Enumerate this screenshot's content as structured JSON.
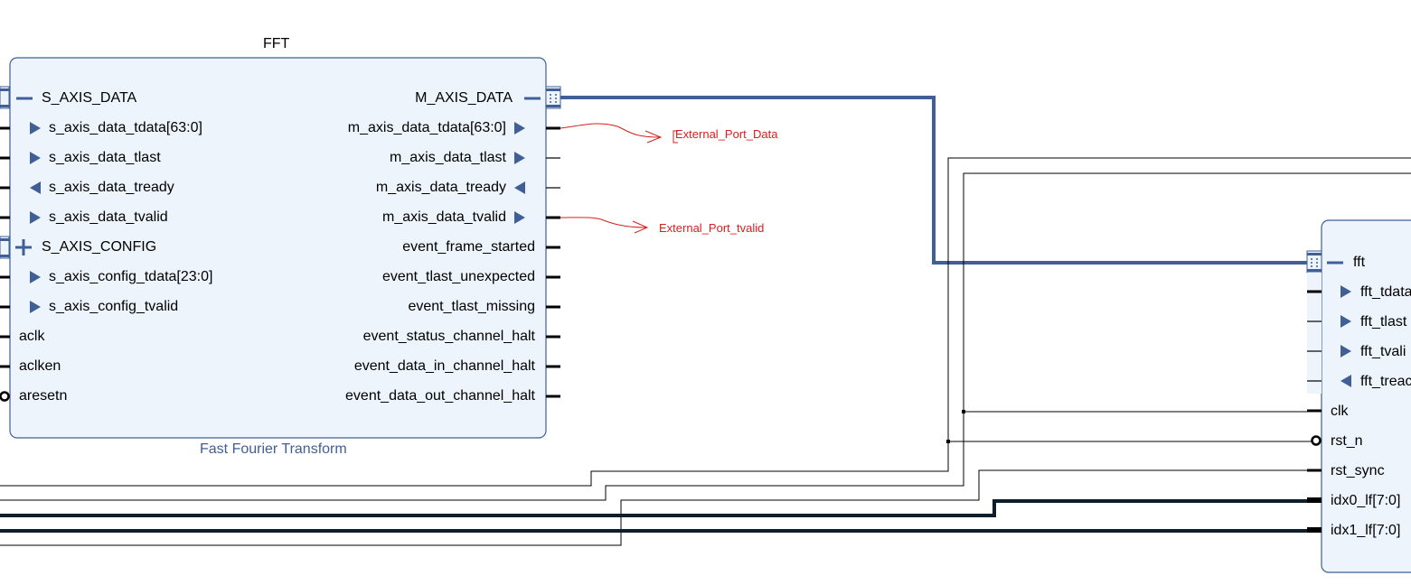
{
  "fft_block": {
    "title": "FFT",
    "subtitle": "Fast Fourier Transform",
    "left_ports": {
      "s_axis_data": "S_AXIS_DATA",
      "s_axis_data_tdata": "s_axis_data_tdata[63:0]",
      "s_axis_data_tlast": "s_axis_data_tlast",
      "s_axis_data_tready": "s_axis_data_tready",
      "s_axis_data_tvalid": "s_axis_data_tvalid",
      "s_axis_config": "S_AXIS_CONFIG",
      "s_axis_config_tdata": "s_axis_config_tdata[23:0]",
      "s_axis_config_tvalid": "s_axis_config_tvalid",
      "aclk": "aclk",
      "aclken": "aclken",
      "aresetn": "aresetn"
    },
    "right_ports": {
      "m_axis_data": "M_AXIS_DATA",
      "m_axis_data_tdata": "m_axis_data_tdata[63:0]",
      "m_axis_data_tlast": "m_axis_data_tlast",
      "m_axis_data_tready": "m_axis_data_tready",
      "m_axis_data_tvalid": "m_axis_data_tvalid",
      "event_frame_started": "event_frame_started",
      "event_tlast_unexpected": "event_tlast_unexpected",
      "event_tlast_missing": "event_tlast_missing",
      "event_status_channel_halt": "event_status_channel_halt",
      "event_data_in_channel_halt": "event_data_in_channel_halt",
      "event_data_out_channel_halt": "event_data_out_channel_halt"
    }
  },
  "right_block": {
    "ports": {
      "fft": "fft",
      "fft_tdata": "fft_tdata",
      "fft_tlast": "fft_tlast",
      "fft_tvalid": "fft_tvali",
      "fft_tready": "fft_treac",
      "clk": "clk",
      "rst_n": "rst_n",
      "rst_sync": "rst_sync",
      "idx0_lf": "idx0_lf[7:0]",
      "idx1_lf": "idx1_lf[7:0]"
    }
  },
  "annotations": {
    "external_port_data": "External_Port_Data",
    "external_port_tvalid": "External_Port_tvalid"
  },
  "colors": {
    "block_fill": "#edf4fc",
    "block_border": "#3f5f96",
    "bus": "#3f5f96",
    "wire": "#000000",
    "annotation": "#d62020"
  }
}
